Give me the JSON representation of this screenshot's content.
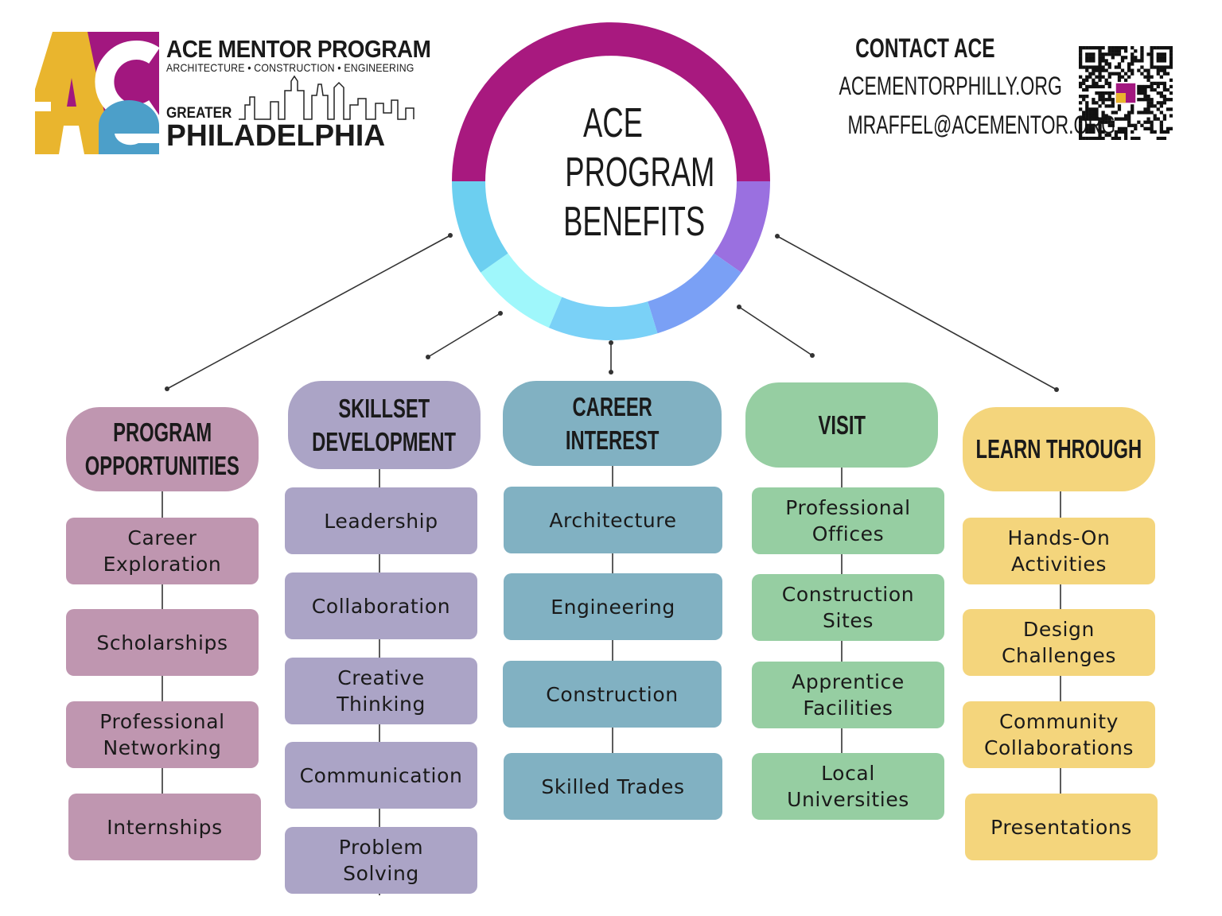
{
  "logo": {
    "title": "ACE MENTOR PROGRAM",
    "subtitle": "ARCHITECTURE • CONSTRUCTION • ENGINEERING",
    "greater": "GREATER",
    "city": "PHILADELPHIA",
    "colors": {
      "gold": "#e9b52e",
      "magenta": "#a2177f",
      "blue": "#4c9fc9",
      "orange": "#e38b2a"
    }
  },
  "contact": {
    "title": "CONTACT ACE",
    "website": "ACEMENTORPHILLY.ORG",
    "email": "MRAFFEL@ACEMENTOR.ORG",
    "qr_icon": "qr-code-icon"
  },
  "center": {
    "lines": [
      "ACE",
      "PROGRAM",
      "BENEFITS"
    ],
    "ring_colors": [
      "#a8197f",
      "#9a70e0",
      "#7aa0f5",
      "#7ad1f7",
      "#9ff7fb",
      "#6ccff0"
    ]
  },
  "columns": [
    {
      "header": [
        "PROGRAM",
        "OPPORTUNITIES"
      ],
      "color": "#bf96b0",
      "items": [
        "Career\nExploration",
        "Scholarships",
        "Professional\nNetworking",
        "Internships"
      ]
    },
    {
      "header": [
        "SKILLSET",
        "DEVELOPMENT"
      ],
      "color": "#aba4c6",
      "items": [
        "Leadership",
        "Collaboration",
        "Creative\nThinking",
        "Communication",
        "Problem\nSolving"
      ]
    },
    {
      "header": [
        "CAREER",
        "INTEREST"
      ],
      "color": "#81b1c2",
      "items": [
        "Architecture",
        "Engineering",
        "Construction",
        "Skilled Trades"
      ]
    },
    {
      "header": [
        "VISIT"
      ],
      "color": "#96cea2",
      "items": [
        "Professional\nOffices",
        "Construction\nSites",
        "Apprentice\nFacilities",
        "Local\nUniversities"
      ]
    },
    {
      "header": [
        "LEARN THROUGH"
      ],
      "color": "#f4d57c",
      "items": [
        "Hands-On\nActivities",
        "Design\nChallenges",
        "Community\nCollaborations",
        "Presentations"
      ]
    }
  ]
}
